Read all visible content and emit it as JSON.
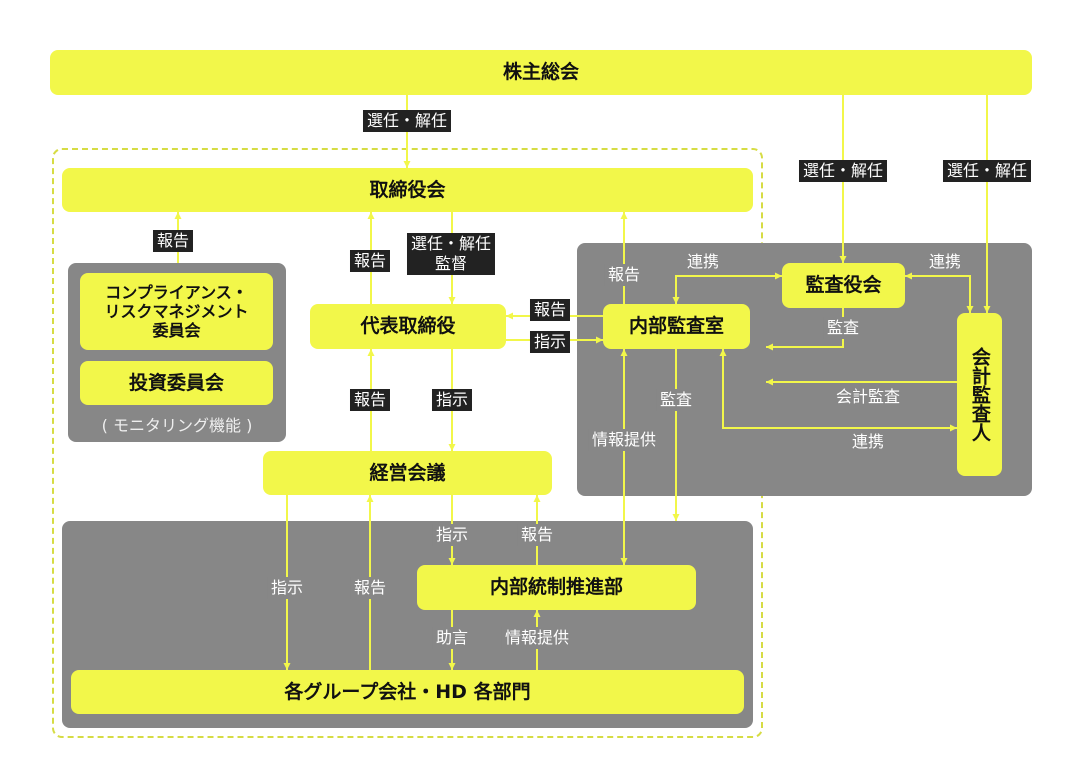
{
  "colors": {
    "box": "#f2f74a",
    "panel": "#878787",
    "label_bg": "#222222",
    "line": "#f2f74a"
  },
  "nodes": {
    "shareholders": "株主総会",
    "board": "取締役会",
    "compliance": "コンプライアンス・\nリスクマネジメント\n委員会",
    "investment": "投資委員会",
    "monitoring_caption": "( モニタリング機能 )",
    "representative": "代表取締役",
    "management_meeting": "経営会議",
    "internal_audit": "内部監査室",
    "audit_board": "監査役会",
    "accounting_auditor": "会計監査人",
    "internal_control": "内部統制推進部",
    "group_companies": "各グループ会社・HD 各部門"
  },
  "labels": {
    "sh_board": "選任・解任",
    "sh_audit": "選任・解任",
    "sh_accountant": "選任・解任",
    "comm_report": "報告",
    "rep_report": "報告",
    "board_rep": "選任・解任\n監督",
    "mgmt_report": "報告",
    "rep_instruct": "指示",
    "ia_report": "報告",
    "rep_ia_instruct": "指示",
    "ia_board_report": "報告",
    "ia_audit_coop": "連携",
    "audit_acc_coop": "連携",
    "audit_audit": "監査",
    "acc_audit": "会計監査",
    "ia_acc_coop": "連携",
    "ia_audit": "監査",
    "info_provide": "情報提供",
    "mgmt_group_instruct": "指示",
    "group_mgmt_report": "報告",
    "mgmt_ic_instruct": "指示",
    "ic_mgmt_report": "報告",
    "ic_advice": "助言",
    "group_info": "情報提供"
  }
}
